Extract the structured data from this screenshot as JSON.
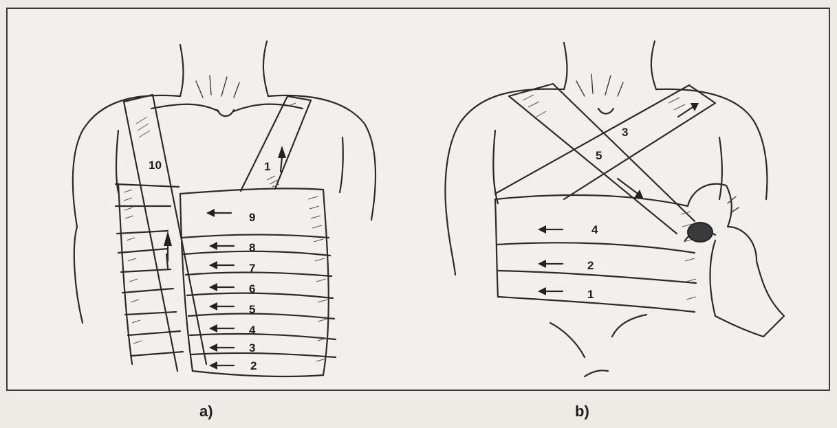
{
  "panels": [
    {
      "caption": "a)",
      "turn_labels": [
        "1",
        "2",
        "3",
        "4",
        "5",
        "6",
        "7",
        "8",
        "9",
        "10"
      ]
    },
    {
      "caption": "b)",
      "turn_labels": [
        "1",
        "2",
        "3",
        "4",
        "5"
      ]
    }
  ]
}
